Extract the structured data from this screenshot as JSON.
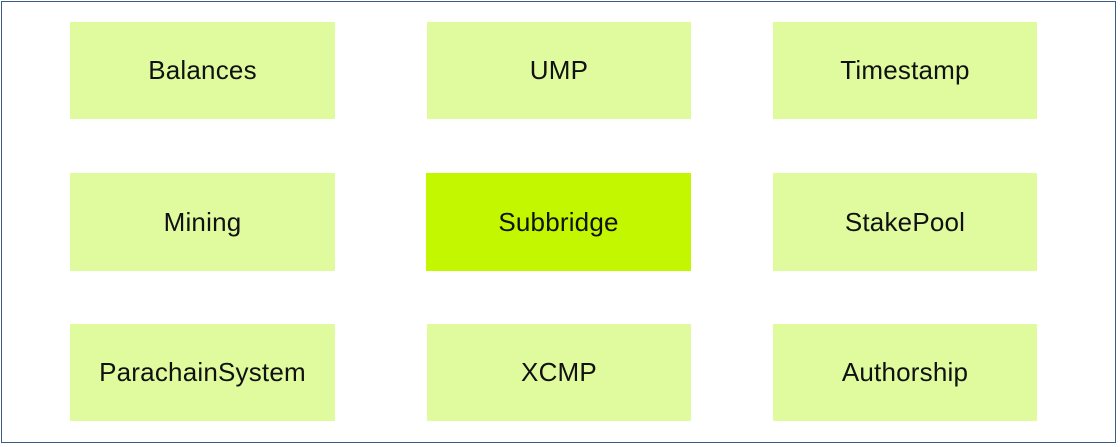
{
  "modules": [
    {
      "label": "Balances",
      "highlighted": false
    },
    {
      "label": "UMP",
      "highlighted": false
    },
    {
      "label": "Timestamp",
      "highlighted": false
    },
    {
      "label": "Mining",
      "highlighted": false
    },
    {
      "label": "Subbridge",
      "highlighted": true
    },
    {
      "label": "StakePool",
      "highlighted": false
    },
    {
      "label": "ParachainSystem",
      "highlighted": false
    },
    {
      "label": "XCMP",
      "highlighted": false
    },
    {
      "label": "Authorship",
      "highlighted": false
    }
  ],
  "colors": {
    "frame_border": "#3e5b86",
    "module_fill": "#e0fb9d",
    "highlight_fill": "#c2f700",
    "text": "#111111"
  }
}
